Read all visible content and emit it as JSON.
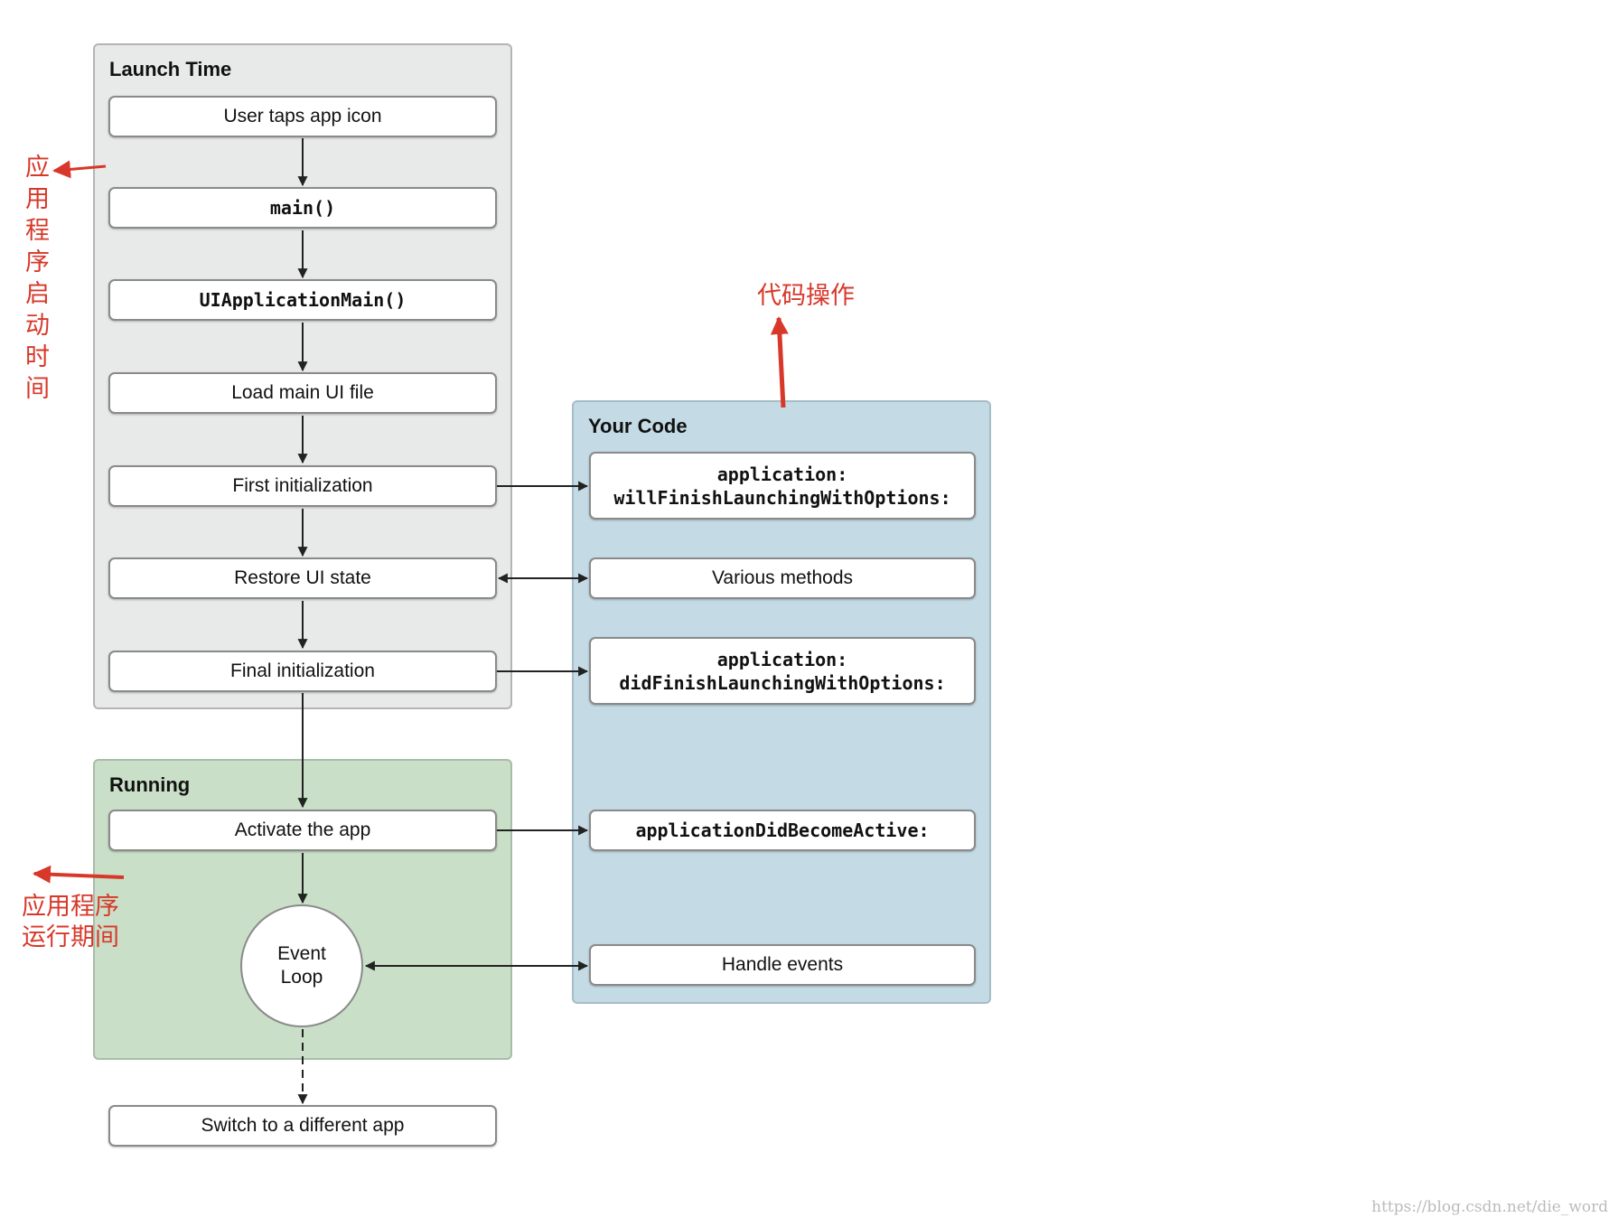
{
  "panels": {
    "launch_time": "Launch Time",
    "running": "Running",
    "your_code": "Your Code"
  },
  "flow": {
    "user_taps": "User taps app icon",
    "main": "main()",
    "ui_app_main": "UIApplicationMain()",
    "load_ui": "Load main UI file",
    "first_init": "First initialization",
    "restore_ui": "Restore UI state",
    "final_init": "Final initialization",
    "activate": "Activate the app",
    "event_loop_line1": "Event",
    "event_loop_line2": "Loop",
    "switch_app": "Switch to a different app"
  },
  "code": {
    "will_finish_line1": "application:",
    "will_finish_line2": "willFinishLaunchingWithOptions:",
    "various": "Various methods",
    "did_finish_line1": "application:",
    "did_finish_line2": "didFinishLaunchingWithOptions:",
    "did_become_active": "applicationDidBecomeActive:",
    "handle_events": "Handle events"
  },
  "annotations": {
    "launch_time_cn": "应用程序启动时间",
    "your_code_cn": "代码操作",
    "running_line1": "应用程序",
    "running_line2": "运行期间",
    "color": "#d8382a"
  },
  "watermark": "https://blog.csdn.net/die_word"
}
